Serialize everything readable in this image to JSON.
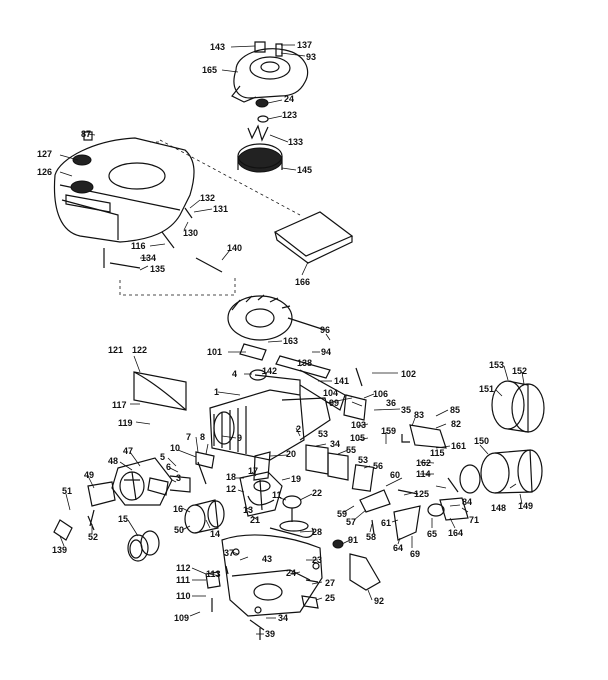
{
  "diagram": {
    "callouts": [
      "143",
      "137",
      "93",
      "165",
      "24",
      "123",
      "133",
      "145",
      "87",
      "127",
      "126",
      "132",
      "131",
      "130",
      "140",
      "116",
      "134",
      "135",
      "166",
      "96",
      "163",
      "101",
      "94",
      "121",
      "122",
      "138",
      "4",
      "142",
      "102",
      "117",
      "141",
      "1",
      "104",
      "99",
      "106",
      "119",
      "36",
      "35",
      "153",
      "152",
      "151",
      "83",
      "85",
      "82",
      "103",
      "105",
      "159",
      "161",
      "10",
      "47",
      "48",
      "7",
      "8",
      "9",
      "2",
      "34",
      "53",
      "55",
      "162",
      "114",
      "115",
      "150",
      "49",
      "5",
      "6",
      "3",
      "20",
      "18",
      "53",
      "17",
      "19",
      "56",
      "60",
      "125",
      "84",
      "148",
      "149",
      "51",
      "12",
      "11",
      "22",
      "57",
      "61",
      "65",
      "71",
      "164",
      "16",
      "14",
      "21",
      "13",
      "50",
      "58",
      "64",
      "69",
      "59",
      "52",
      "15",
      "139",
      "28",
      "91",
      "37",
      "43",
      "23",
      "112",
      "113",
      "24",
      "111",
      "27",
      "92",
      "110",
      "25",
      "109",
      "34",
      "39"
    ]
  }
}
